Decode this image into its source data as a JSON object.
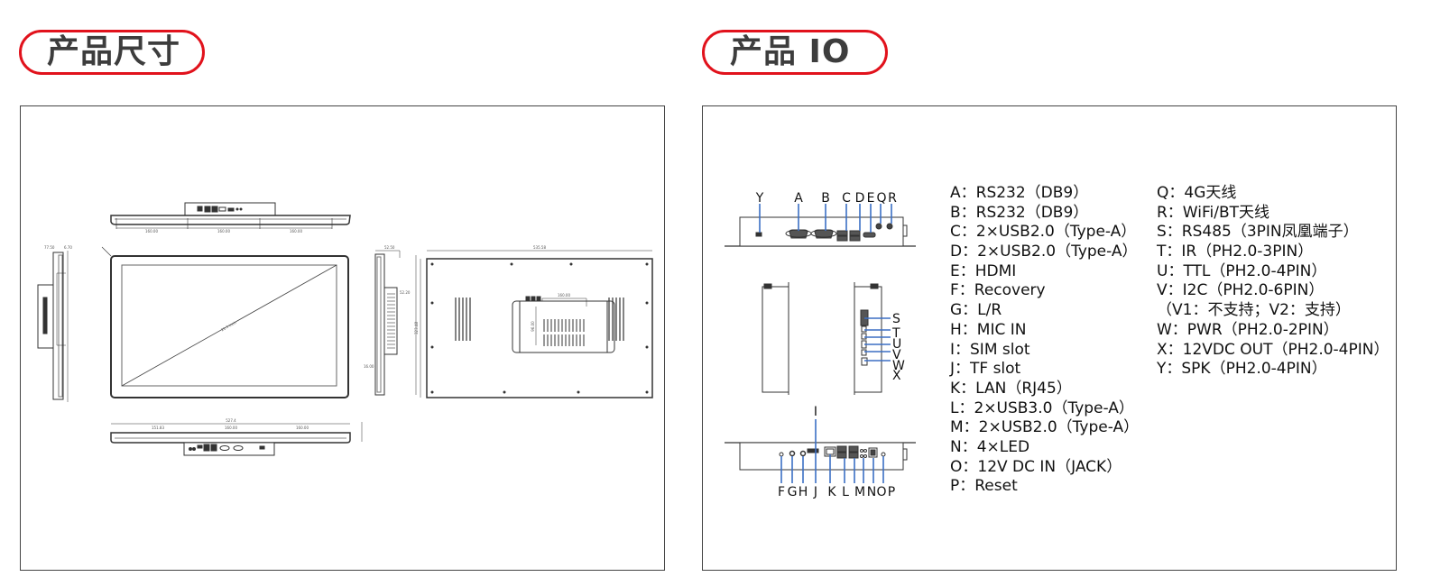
{
  "sections": {
    "dimensions": {
      "title": "产品尺寸"
    },
    "io": {
      "title": "产品 IO"
    }
  },
  "colors": {
    "accent": "#e1121c",
    "title_text": "#3d3d3d",
    "callout_line": "#3b6fc4"
  },
  "dimension_drawing": {
    "labels": {
      "top_spacing_1": "160.00",
      "top_spacing_2": "160.00",
      "top_spacing_3": "160.00",
      "bottom_overall": "527.4",
      "bottom_spacing_1": "151.83",
      "bottom_spacing_2": "160.00",
      "bottom_spacing_3": "160.00",
      "rear_width": "535.58",
      "rear_height": "323.48",
      "bracket_width": "160.00",
      "bracket_height": "96.00",
      "diagonal": "21.5 inch",
      "side_depth_1": "77.50",
      "side_depth_2": "6.70",
      "side_right_depth": "52.50",
      "side_right_box": "52.20",
      "side_right_offset": "16.00"
    }
  },
  "io_diagram": {
    "top_view_labels": [
      "Y",
      "A",
      "B",
      "C",
      "D",
      "E",
      "Q",
      "R"
    ],
    "side_view_labels": [
      "S",
      "T",
      "U",
      "V",
      "W",
      "X"
    ],
    "bottom_view_top_label": "I",
    "bottom_view_labels": [
      "F",
      "G",
      "H",
      "J",
      "K",
      "L",
      "M",
      "N",
      "O",
      "P"
    ]
  },
  "legend": {
    "column1": [
      "A：RS232（DB9）",
      "B：RS232（DB9）",
      "C：2×USB2.0（Type-A）",
      "D：2×USB2.0（Type-A）",
      "E：HDMI",
      "F：Recovery",
      "G：L/R",
      "H：MIC IN",
      "I：SIM slot",
      "J：TF slot",
      "K：LAN（RJ45）",
      "L：2×USB3.0（Type-A）",
      "M：2×USB2.0（Type-A）",
      "N：4×LED",
      "O：12V DC IN（JACK）",
      "P：Reset"
    ],
    "column2": [
      "Q：4G天线",
      "R：WiFi/BT天线",
      "S：RS485（3PIN凤凰端子）",
      "T：IR（PH2.0-3PIN）",
      "U：TTL（PH2.0-4PIN）",
      "V：I2C（PH2.0-6PIN）",
      "（V1：不支持；V2：支持）",
      "W：PWR（PH2.0-2PIN）",
      "X：12VDC OUT（PH2.0-4PIN）",
      "Y：SPK（PH2.0-4PIN）"
    ]
  }
}
